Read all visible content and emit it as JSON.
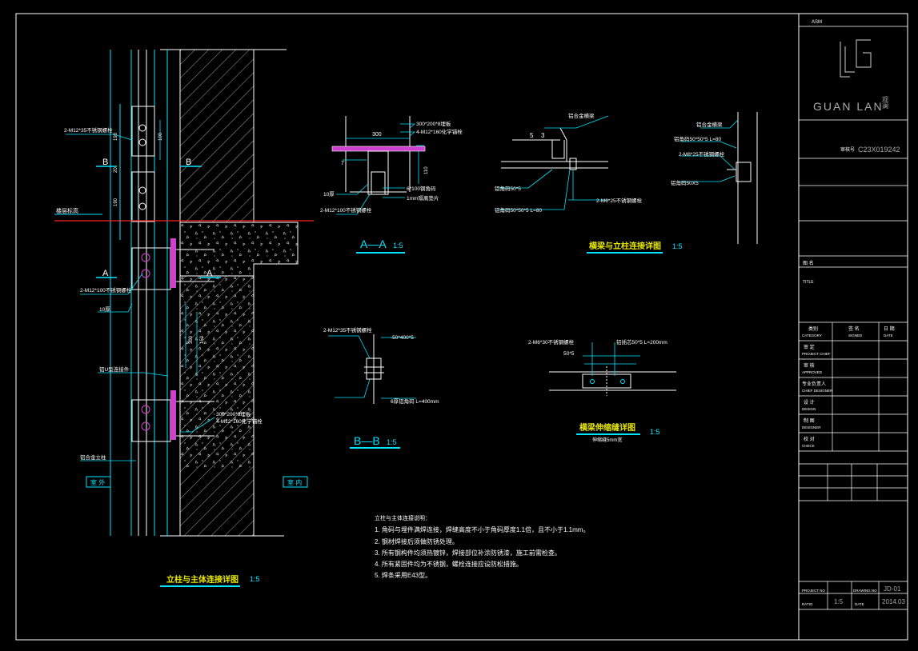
{
  "colors": {
    "background": "#000000",
    "border": "#ffffff",
    "cyan": "#00e5ff",
    "white": "#ffffff",
    "yellow": "#e8e800",
    "red": "#ff2020",
    "magenta": "#d040d0",
    "green": "#20e020",
    "gray": "#9a9a9a"
  },
  "title_block": {
    "logo_text": "GUAN LAN",
    "logo_vertical": "观澜",
    "top_label": "ASM",
    "project_code": "C23X019242",
    "approval_label": "审核号",
    "category": "类别",
    "category_en": "CATEGORY",
    "signed": "签 名",
    "signed_en": "SIGNED",
    "date_h": "日 期",
    "date_h_en": "DATE",
    "title_label": "图 名",
    "title_en": "TITLE",
    "rows": [
      {
        "cn": "审 定",
        "en": "PROJECT CHIEF"
      },
      {
        "cn": "审 核",
        "en": "APPROVED"
      },
      {
        "cn": "专业负责人",
        "en": "CHIEF DESIGNER"
      },
      {
        "cn": "设 计",
        "en": "DESIGN"
      },
      {
        "cn": "制 图",
        "en": "DESIGNER"
      },
      {
        "cn": "校 对",
        "en": "CHECK"
      }
    ],
    "project_no_label": "PROJECT NO",
    "drawing_no_label": "DRAWING NO",
    "drawing_no": "JD-01",
    "scale_label": "RATIO",
    "scale": "1:5",
    "date_label": "DATE",
    "date": "2014.03"
  },
  "views": {
    "main_title": "立柱与主体连接详图",
    "main_scale": "1:5",
    "aa_title": "A—A",
    "aa_scale": "1:5",
    "bb_title": "B—B",
    "bb_scale": "1:5",
    "beam_col_title": "横梁与立柱连接详图",
    "beam_col_scale": "1:5",
    "expansion_title": "横梁伸缩缝详图",
    "expansion_scale": "1:5"
  },
  "labels": {
    "left_upper": "2-M12*35不锈钢螺栓",
    "left_mid": "2-M12*100不锈钢螺栓",
    "left_mid2": "10厚",
    "left_lower": "铝U型连接件",
    "left_bottom": "铝合金立柱",
    "floor_level": "楼层标高",
    "outside": "室 外",
    "inside": "室 内",
    "sect_b": "B",
    "sect_a": "A",
    "embed_plate": "300*200*8埋板",
    "embed_bolt": "4-M12*160化学锚栓",
    "aa_top1": "300*200*8埋板",
    "aa_top2": "4-M12*160化学锚栓",
    "aa_300": "300",
    "aa_110": "110",
    "aa_7": "7",
    "aa_10": "10厚",
    "aa_6x100": "6*100钢角码",
    "aa_1mm": "1mm隔离垫片",
    "aa_bolt": "2-M12*100不锈钢螺栓",
    "bb_bolt": "2-M12*35不锈钢螺栓",
    "bb_50": "-50*400*5",
    "bb_L": "6厚铝角码 L=400mm",
    "bc_1": "铝合金横梁",
    "bc_2": "铝角码50*5",
    "bc_3": "铝角码50*50*5 L=80",
    "bc_4": "2-M6*25不锈钢螺栓",
    "bc_5": "5",
    "bc_6": "3",
    "r_1": "铝合金横梁",
    "r_2": "铝角码50*50*5 L=80",
    "r_3": "2-M8*25不锈钢螺栓",
    "r_4": "铝角码50X5",
    "ex_1": "2-M6*30不锈钢螺栓",
    "ex_2": "铝插芯50*5 L=200mm",
    "ex_3": "50*5",
    "ex_sub": "伸缩缝5mm宽",
    "dim_190a": "190",
    "dim_100": "100",
    "dim_20": "20",
    "dim_190b": "190",
    "dim_300": "300",
    "dim_150": "150",
    "dim_100b": "100"
  },
  "notes": {
    "heading": "立柱与主体连接说明：",
    "items": [
      "1. 角码与埋件满焊连接，焊缝高度不小于角码厚度1.1倍，且不小于1.1mm。",
      "2. 钢材焊接后须做防锈处理。",
      "3. 所有钢构件均须热镀锌，焊接部位补涂防锈漆，施工前需检查。",
      "4. 所有紧固件均为不锈钢，螺栓连接应设防松措施。",
      "5. 焊条采用E43型。"
    ]
  }
}
